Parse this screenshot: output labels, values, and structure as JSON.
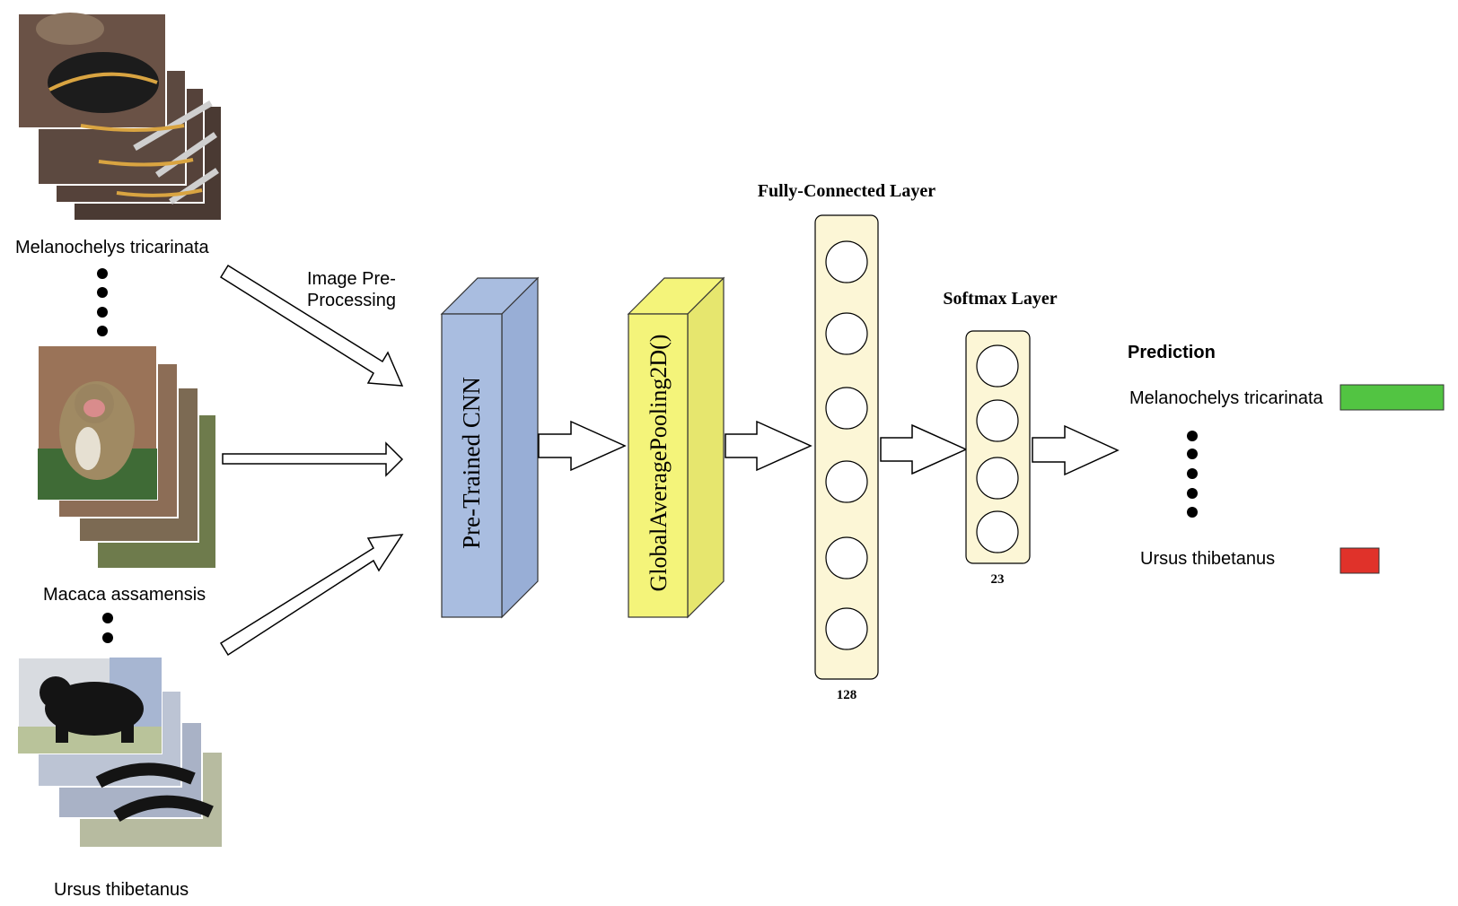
{
  "inputs": [
    {
      "label": "Melanochelys tricarinata",
      "photo_icon": "turtle-photo"
    },
    {
      "label": "Macaca assamensis",
      "photo_icon": "monkey-photo"
    },
    {
      "label": "Ursus thibetanus",
      "photo_icon": "bear-photo"
    }
  ],
  "preprocessing": {
    "line1": "Image Pre-",
    "line2": "Processing"
  },
  "cnn": {
    "label": "Pre-Trained CNN",
    "color": "#a9bde0"
  },
  "pooling": {
    "label": "GlobalAveragePooling2D()",
    "color": "#f4f47a"
  },
  "fc": {
    "title": "Fully-Connected Layer",
    "size": "128",
    "color": "#fcf6d6"
  },
  "softmax": {
    "title": "Softmax Layer",
    "size": "23",
    "color": "#fcf6d6"
  },
  "prediction": {
    "title": "Prediction",
    "top": {
      "label": "Melanochelys tricarinata",
      "color": "#52c442"
    },
    "bottom": {
      "label": "Ursus thibetanus",
      "color": "#e0322a"
    }
  }
}
